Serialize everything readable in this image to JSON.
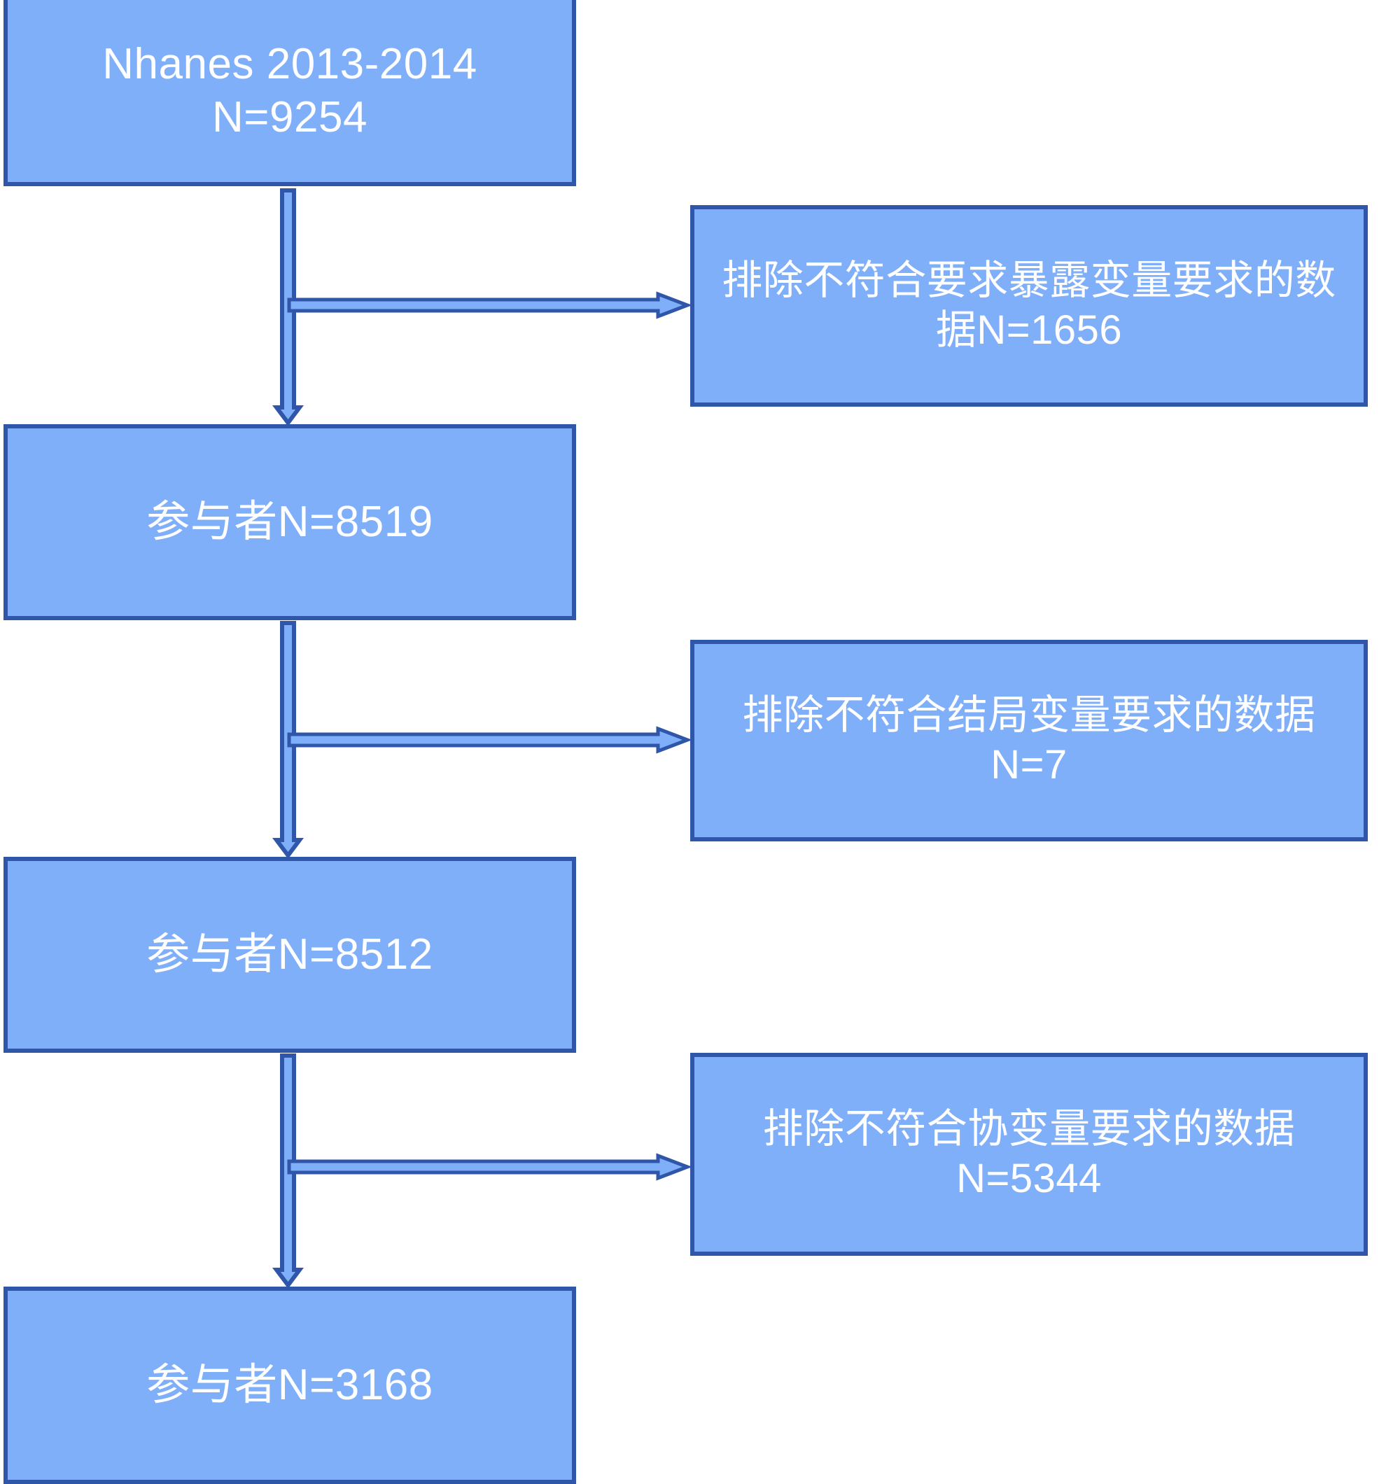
{
  "diagram": {
    "title": "NHANES participant selection flowchart",
    "colors": {
      "box_fill": "#80AFFA",
      "box_border": "#2F56A8",
      "box_text": "#FFFFFF",
      "background": "#FFFFFF",
      "arrow_fill": "#80AFFA",
      "arrow_stroke": "#2F56A8"
    },
    "main_boxes": [
      {
        "id": "source-population",
        "text": "Nhanes 2013-2014\nN=9254",
        "n": 9254
      },
      {
        "id": "participants-after-exposure",
        "text": "参与者N=8519",
        "n": 8519
      },
      {
        "id": "participants-after-outcome",
        "text": "参与者N=8512",
        "n": 8512
      },
      {
        "id": "participants-final",
        "text": "参与者N=3168",
        "n": 3168
      }
    ],
    "exclusion_boxes": [
      {
        "id": "exclude-exposure",
        "text": "排除不符合要求暴露变量要求的数据N=1656",
        "n": 1656
      },
      {
        "id": "exclude-outcome",
        "text": "排除不符合结局变量要求的数据N=7",
        "n": 7
      },
      {
        "id": "exclude-covariate",
        "text": "排除不符合协变量要求的数据N=5344",
        "n": 5344
      }
    ],
    "flow": {
      "down_arrows": 3,
      "side_arrows": 3
    }
  }
}
